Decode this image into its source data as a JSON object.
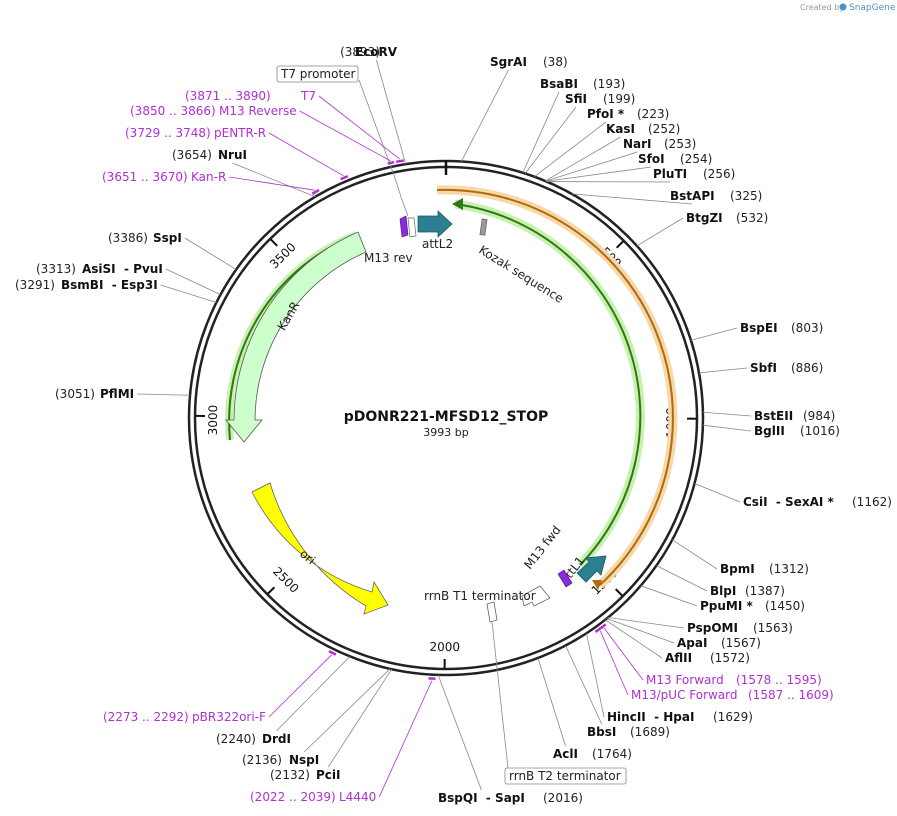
{
  "plasmid": {
    "name": "pDONR221-MFSD12_STOP",
    "length_label": "3993 bp",
    "length": 3993
  },
  "credit": {
    "prefix": "Created by",
    "brand": "SnapGene"
  },
  "ticks": [
    "500",
    "1000",
    "1500",
    "2000",
    "2500",
    "3000",
    "3500"
  ],
  "enzymes": [
    {
      "pos": "(38)",
      "name": "SgrAI",
      "site": 38
    },
    {
      "pos": "(193)",
      "name": "BsaBI",
      "site": 193
    },
    {
      "pos": "(199)",
      "name": "SfiI",
      "site": 199
    },
    {
      "pos": "(223)",
      "name": "PfoI *",
      "site": 223
    },
    {
      "pos": "(252)",
      "name": "KasI",
      "site": 252
    },
    {
      "pos": "(253)",
      "name": "NarI",
      "site": 253
    },
    {
      "pos": "(254)",
      "name": "SfoI",
      "site": 254
    },
    {
      "pos": "(256)",
      "name": "PluTI",
      "site": 256
    },
    {
      "pos": "(325)",
      "name": "BstAPI",
      "site": 325
    },
    {
      "pos": "(532)",
      "name": "BtgZI",
      "site": 532
    },
    {
      "pos": "(803)",
      "name": "BspEI",
      "site": 803
    },
    {
      "pos": "(886)",
      "name": "SbfI",
      "site": 886
    },
    {
      "pos": "(984)",
      "name": "BstEII",
      "site": 984
    },
    {
      "pos": "(1016)",
      "name": "BglII",
      "site": 1016
    },
    {
      "pos": "(1162)",
      "name": "CsiI  - SexAI *",
      "site": 1162
    },
    {
      "pos": "(1312)",
      "name": "BpmI",
      "site": 1312
    },
    {
      "pos": "(1387)",
      "name": "BlpI",
      "site": 1387
    },
    {
      "pos": "(1450)",
      "name": "PpuMI *",
      "site": 1450
    },
    {
      "pos": "(1563)",
      "name": "PspOMI",
      "site": 1563
    },
    {
      "pos": "(1567)",
      "name": "ApaI",
      "site": 1567
    },
    {
      "pos": "(1572)",
      "name": "AflII",
      "site": 1572
    },
    {
      "pos": "(1629)",
      "name": "HincII  - HpaI",
      "site": 1629
    },
    {
      "pos": "(1689)",
      "name": "BbsI",
      "site": 1689
    },
    {
      "pos": "(1764)",
      "name": "AclI",
      "site": 1764
    },
    {
      "pos": "(2016)",
      "name": "BspQI  - SapI",
      "site": 2016
    },
    {
      "pos": "(2132)",
      "name": "PciI",
      "site": 2132
    },
    {
      "pos": "(2136)",
      "name": "NspI",
      "site": 2136
    },
    {
      "pos": "(2240)",
      "name": "DrdI",
      "site": 2240
    },
    {
      "pos": "(3051)",
      "name": "PflMI",
      "site": 3051
    },
    {
      "pos": "(3291)",
      "name": "BsmBI  - Esp3I",
      "site": 3291
    },
    {
      "pos": "(3313)",
      "name": "AsiSI  - PvuI",
      "site": 3313
    },
    {
      "pos": "(3386)",
      "name": "SspI",
      "site": 3386
    },
    {
      "pos": "(3654)",
      "name": "NruI",
      "site": 3654
    },
    {
      "pos": "(3893)",
      "name": "EcoRV",
      "site": 3893
    }
  ],
  "primers": [
    {
      "range": "(1578 .. 1595)",
      "name": "M13 Forward",
      "start": 1578,
      "end": 1595
    },
    {
      "range": "(1587 .. 1609)",
      "name": "M13/pUC Forward",
      "start": 1587,
      "end": 1609
    },
    {
      "range": "(2273 .. 2292)",
      "name": "pBR322ori-F",
      "start": 2273,
      "end": 2292
    },
    {
      "range": "(2022 .. 2039)",
      "name": "L4440",
      "start": 2022,
      "end": 2039
    },
    {
      "range": "(3651 .. 3670)",
      "name": "Kan-R",
      "start": 3651,
      "end": 3670
    },
    {
      "range": "(3729 .. 3748)",
      "name": "pENTR-R",
      "start": 3729,
      "end": 3748
    },
    {
      "range": "(3850 .. 3866)",
      "name": "M13 Reverse",
      "start": 3850,
      "end": 3866
    },
    {
      "range": "(3871 .. 3890)",
      "name": "T7",
      "start": 3871,
      "end": 3890
    }
  ],
  "features": {
    "t7_promoter": "T7 promoter",
    "rrnb_t2": "rrnB T2 terminator",
    "rrnb_t1": "rrnB T1 terminator",
    "m13_rev": "M13 rev",
    "attl2": "attL2",
    "kozak": "Kozak sequence",
    "kanr": "KanR",
    "ori": "ori",
    "m13_fwd": "M13 fwd",
    "attl1": "attL1"
  },
  "colors": {
    "backbone": "#222222",
    "primer": "#b030d0",
    "orf_orange": "#f0a030",
    "orf_green": "#3a8a10",
    "kanr_fill": "#ccffcc",
    "ori_fill": "#ffff00",
    "att_fill": "#2a8090"
  }
}
